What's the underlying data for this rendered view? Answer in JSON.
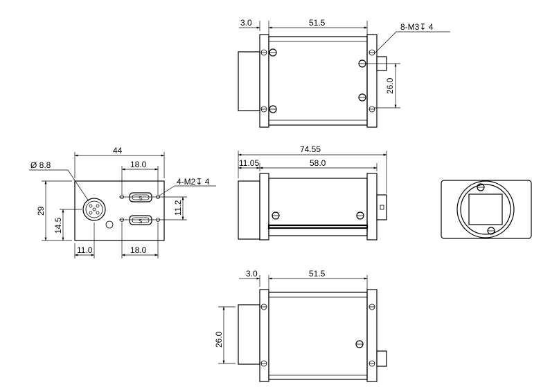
{
  "top_view": {
    "dim_lens_offset": "3.0",
    "dim_body_length": "51.5",
    "dim_height": "26.0",
    "dim_holes": "8-M3↧ 4"
  },
  "back_view": {
    "dim_width": "44",
    "dim_top_spacing": "18.0",
    "dim_holes": "4-M2↧ 4",
    "dim_connector_dia": "Ø 8.8",
    "dim_height": "29",
    "dim_connector_height": "14.5",
    "dim_hole_vertical": "11.2",
    "dim_connector_x": "11.0",
    "dim_bottom_spacing": "18.0"
  },
  "side_view": {
    "dim_total_length": "74.55",
    "dim_lens_section": "11.05",
    "dim_body_section": "58.0"
  },
  "bottom_view": {
    "dim_lens_offset": "3.0",
    "dim_body_length": "51.5",
    "dim_height": "26.0"
  }
}
